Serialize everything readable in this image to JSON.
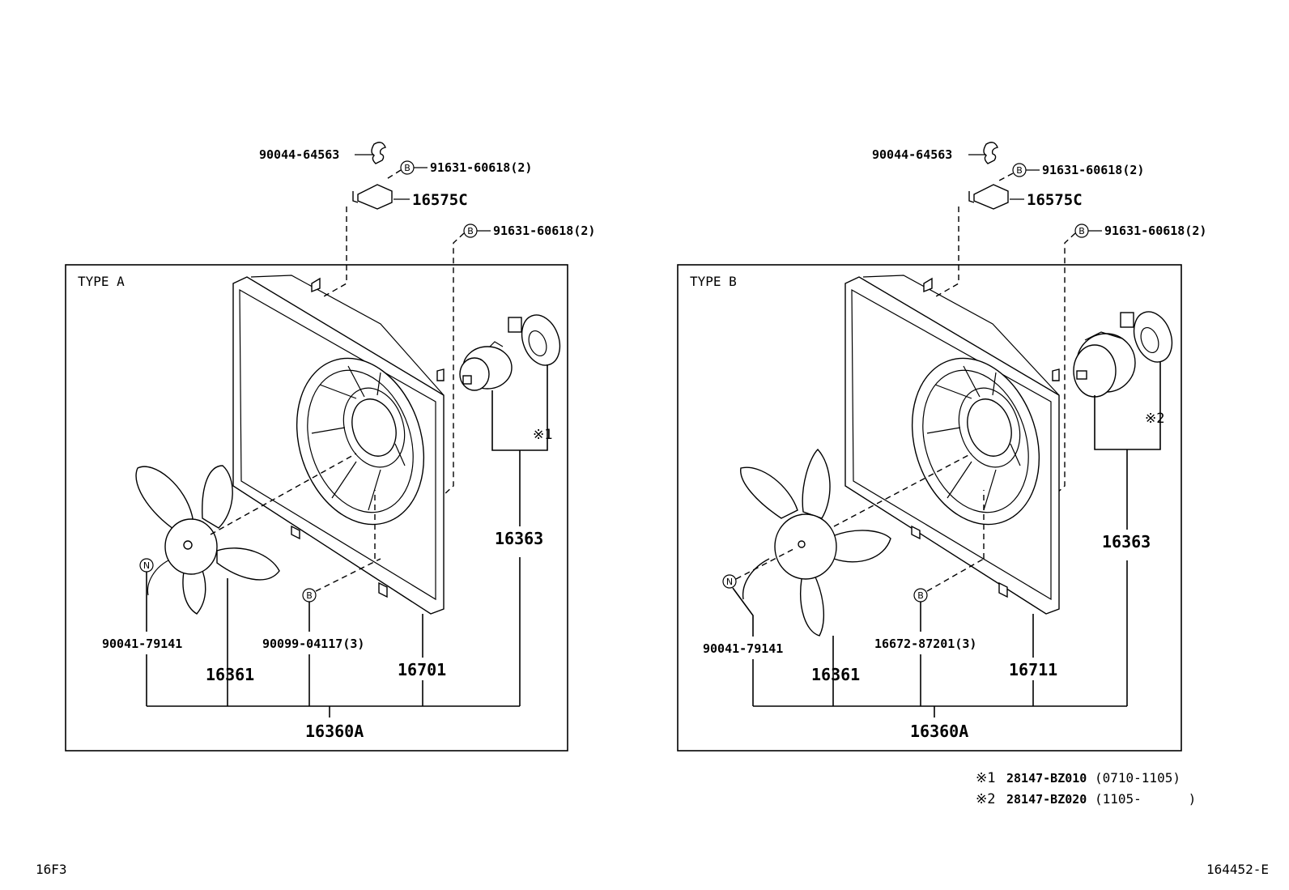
{
  "panel_a": {
    "type_label": "TYPE A",
    "clip": "90044-64563",
    "bolt_top": "91631-60618(2)",
    "bracket": "16575C",
    "bolt_motor": "91631-60618(2)",
    "fan": "16361",
    "nut": "90041-79141",
    "screw": "90099-04117(3)",
    "shroud": "16701",
    "motor": "16363",
    "assembly": "16360A",
    "note_mark": "※1",
    "circle_b": "B",
    "circle_n": "N"
  },
  "panel_b": {
    "type_label": "TYPE B",
    "clip": "90044-64563",
    "bolt_top": "91631-60618(2)",
    "bracket": "16575C",
    "bolt_motor": "91631-60618(2)",
    "fan": "16361",
    "nut": "90041-79141",
    "screw": "16672-87201(3)",
    "shroud": "16711",
    "motor": "16363",
    "assembly": "16360A",
    "note_mark": "※2",
    "circle_b": "B",
    "circle_n": "N"
  },
  "notes": [
    {
      "mark": "※1",
      "part": "28147-BZ010",
      "range": "(0710-1105)"
    },
    {
      "mark": "※2",
      "part": "28147-BZ020",
      "range": "(1105-      )"
    }
  ],
  "page_code": "16F3",
  "figure_id": "164452-E"
}
